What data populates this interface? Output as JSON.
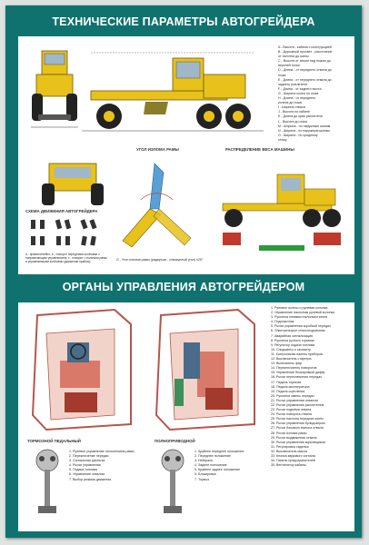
{
  "top_title": "ТЕХНИЧЕСКИЕ ПАРАМЕТРЫ АВТОГРЕЙДЕРА",
  "bottom_title": "ОРГАНЫ УПРАВЛЕНИЯ АВТОГРЕЙДЕРОМ",
  "labels": {
    "blade_angle": "УГОЛ ИЗЛОМА РАМЫ",
    "weight_distribution": "РАСПРЕДЕЛЕНИЕ ВЕСА МАШИНЫ",
    "wheel_scheme": "СХЕМА ДВИЖЕНИЯ АВТОГРЕЙДЕРА",
    "angle_note": "G - Угол излома рамы (радиусом - совокупный угол) ±25°",
    "left_brake_caption": "ТОРМОЗНОЙ ПЕДАЛЬНЫЙ",
    "right_brake_caption": "ПОЛНОПРИВОДНОЙ"
  },
  "wheel_caption": "a - прямолинейно; b - поворот передними колёсами с направляющим управлением; c - поворот с изломом рамы и управляемыми колёсами (движение крабом)",
  "spec_list": [
    "A - Высота - кабина с конструкцией",
    "B - Дорожный просвет - расстояние",
    "от полотна до шины",
    "C - Высота от земли над ножом до",
    "верхней точки",
    "D - Длина - от переднего отвала до",
    "ножа",
    "E - Длина - от переднего отвала до",
    "заднего рыхлителя",
    "F - Длина - от заднего моста",
    "G - Ширина колеи по осям",
    "H - Длина - от переднего",
    "колеса до ножа",
    "I - Ширина отвала",
    "J - Высота по кабине",
    "K - Длина до края рыхлителя",
    "L - Высота до ножа",
    "M - Ширина - по наружным шинам",
    "N - Ширина - по наружным шинам",
    "O - Ширина - по среднему",
    "стыку"
  ],
  "controls_list": [
    "1. Рулевое колесо и рулевая колонка",
    "2. Управление наклоном рулевой колонки",
    "3. Рукоятка пневмостеклоочистителя",
    "4. Подлокотник",
    "5. Рычаг управления коробкой передач",
    "6. Электрическое стеклоподъёмник",
    "7. Аварийная сигнализация",
    "8. Рукоятка ручного тормоза",
    "9. Регулятор подачи топлива",
    "10. Спидометр и тахометр",
    "11. Контрольная панель приборов",
    "12. Выключатель стартера",
    "13. Включатель фар",
    "14. Переключатель поворотов",
    "15. Управление блокировкой дифф.",
    "16. Рычаг переключения передач",
    "17. Педаль тормоза",
    "18. Педаль акселератора",
    "19. Педаль сцепления",
    "20. Рукоятка смены передач",
    "21. Рычаг управления отвалом",
    "22. Рычаг управления рыхлителем",
    "23. Рычаг подъёма отвала",
    "24. Рычаг поворота отвала",
    "25. Рычаг наклона передних колёс",
    "26. Рычаг управления бульдозером",
    "27. Рычаг бокового выноса отвала",
    "28. Рычаг излома рамы",
    "29. Рычаг выдвижения отвала",
    "30. Рычаг управления кирковщиком",
    "31. Регулировка сиденья",
    "32. Выключатель массы",
    "33. Кнопка звукового сигнала",
    "34. Панель предохранителей",
    "35. Вентилятор кабины"
  ],
  "lower_left_list": [
    "1. Рулевое управление отклонением рамы",
    "2. Переключение передач",
    "3. Сигнальная рукоятка",
    "4. Рычаг управления",
    "5. Подача топлива",
    "6. Управление отвалом",
    "7. Выбор режима движения"
  ],
  "lower_right_list": [
    "1. Крайнее переднее положение",
    "2. Переднее положение",
    "3. Нейтраль",
    "4. Заднее положение",
    "5. Крайнее заднее положение",
    "6. Блокировка",
    "7. Тормоз"
  ],
  "colors": {
    "frame": "#10726f",
    "machine": "#e8c21b",
    "cabin": "#d9796a",
    "blueprint": "#5aa0d6"
  }
}
